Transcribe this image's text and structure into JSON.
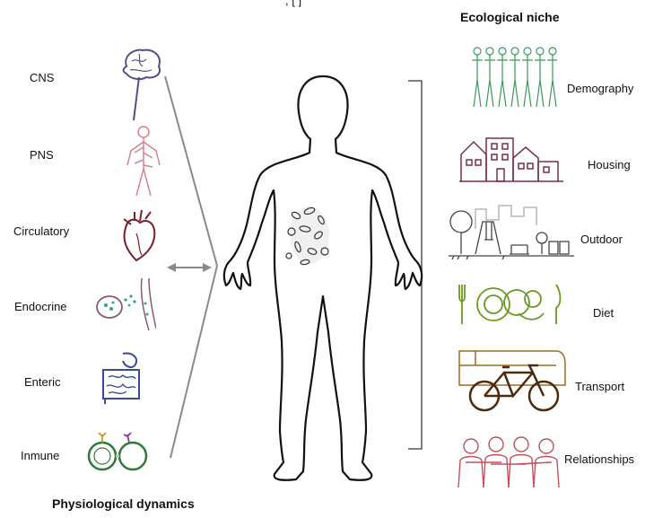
{
  "titles": {
    "left": "Physiological dynamics",
    "right": "Ecological niche",
    "top_fragment": ", [   ]"
  },
  "physiological_systems": [
    {
      "label": "CNS",
      "icon": "brain-icon",
      "color": "#5a4a8a"
    },
    {
      "label": "PNS",
      "icon": "nervous-system-icon",
      "color": "#d9828e"
    },
    {
      "label": "Circulatory",
      "icon": "heart-icon",
      "color": "#7a1e2e"
    },
    {
      "label": "Endocrine",
      "icon": "endocrine-cell-icon",
      "color": "#2aa59a"
    },
    {
      "label": "Enteric",
      "icon": "intestine-icon",
      "color": "#3a4a9a"
    },
    {
      "label": "Inmune",
      "icon": "immune-cell-icon",
      "color": "#2e7a3a"
    }
  ],
  "ecological_factors": [
    {
      "label": "Demography",
      "icon": "population-icon",
      "color": "#3a9a5a"
    },
    {
      "label": "Housing",
      "icon": "houses-icon",
      "color": "#7a2e4a"
    },
    {
      "label": "Outdoor",
      "icon": "park-icon",
      "color": "#444444"
    },
    {
      "label": "Diet",
      "icon": "food-plate-icon",
      "color": "#6a9a1e"
    },
    {
      "label": "Transport",
      "icon": "bicycle-bus-icon",
      "color": "#a06a1e"
    },
    {
      "label": "Relationships",
      "icon": "friends-icon",
      "color": "#c0505a"
    }
  ]
}
